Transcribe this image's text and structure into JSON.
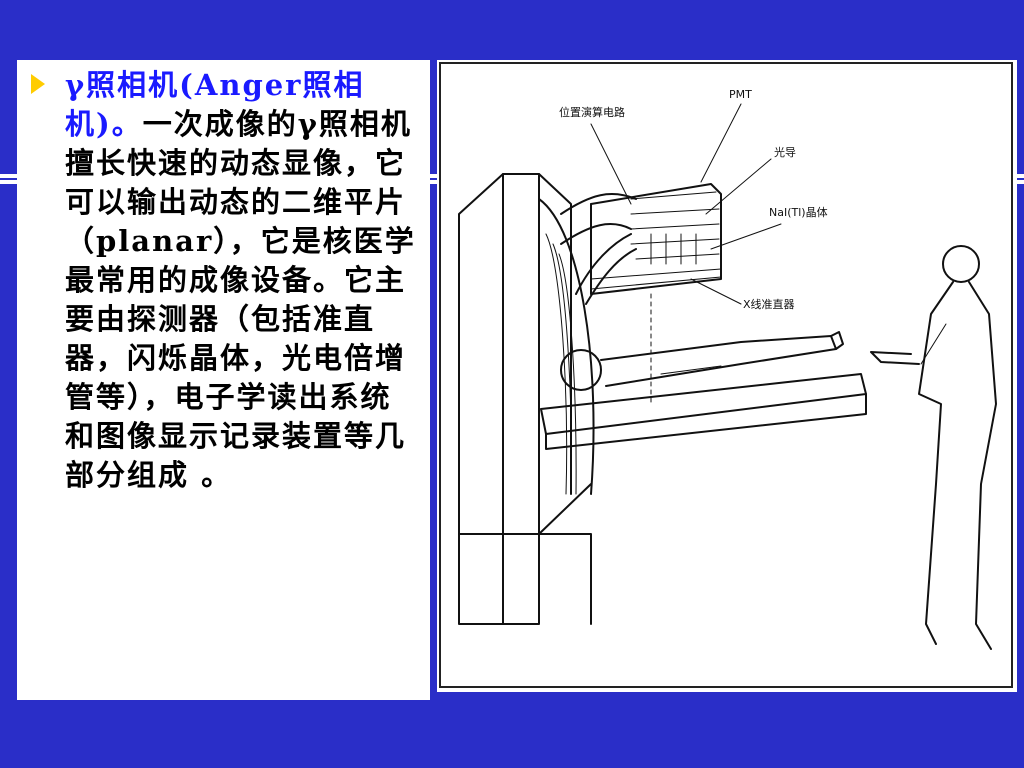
{
  "text": {
    "part1_highlight": "γ照相机(Anger照相机)",
    "part1_period": "。",
    "part2": "一次成像的γ照相机擅长快速的动态显像，它可以输出动态的二维平片（planar），它是核医学最常用的成像设备。它主要由探测器（包括准直器，闪烁晶体，光电倍增管等），电子学读出系统和图像显示记录装置等几部分组成 。"
  },
  "figure": {
    "labels": {
      "pmt": "PMT",
      "position_circuit": "位置演算电路",
      "light_guide": "光导",
      "crystal": "NaI(Tl)晶体",
      "collimator": "X线准直器"
    }
  },
  "colors": {
    "background": "#2a2ec8",
    "highlight_text": "#1a1aff",
    "bullet": "#ffcc00"
  }
}
